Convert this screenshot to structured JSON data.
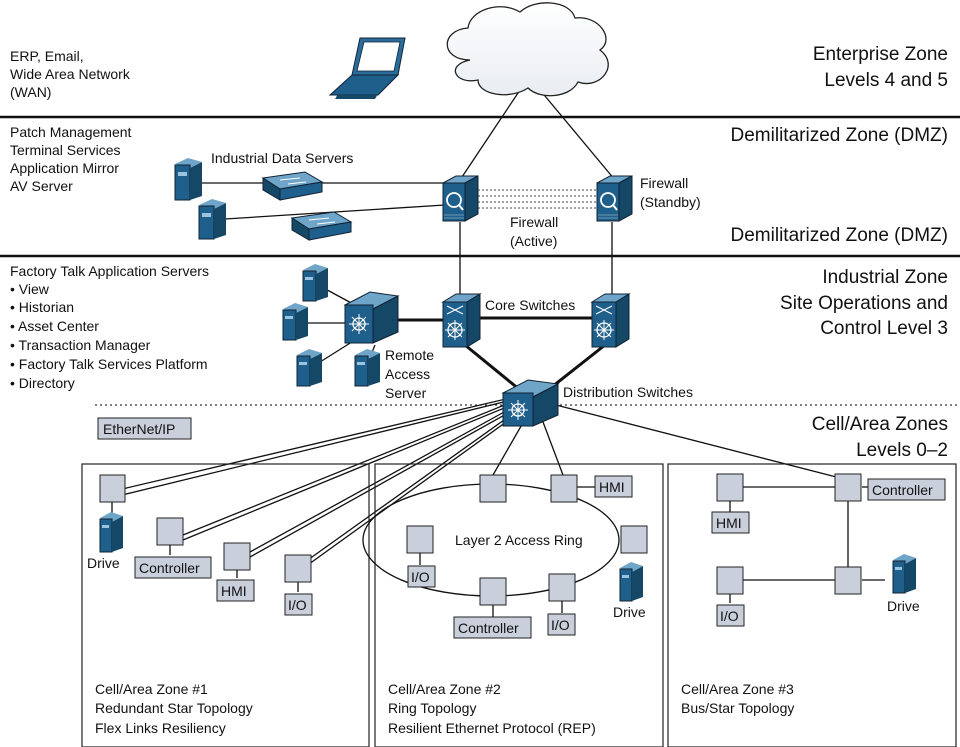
{
  "zones": {
    "enterprise": {
      "line1": "Enterprise Zone",
      "line2": "Levels 4 and 5"
    },
    "dmz_top": "Demilitarized Zone (DMZ)",
    "dmz_bottom": "Demilitarized Zone (DMZ)",
    "industrial": {
      "line1": "Industrial Zone",
      "line2": "Site Operations and",
      "line3": "Control Level 3"
    },
    "cell": {
      "line1": "Cell/Area Zones",
      "line2": "Levels 0–2"
    }
  },
  "left_text": {
    "enterprise": [
      "ERP, Email,",
      "Wide Area Network",
      "(WAN)"
    ],
    "dmz": [
      "Patch Management",
      "Terminal Services",
      "Application Mirror",
      "AV Server"
    ],
    "industrial": [
      "Factory Talk Application Servers",
      "• View",
      "• Historian",
      "• Asset Center",
      "• Transaction Manager",
      "• Factory Talk Services Platform",
      "• Directory"
    ]
  },
  "labels": {
    "industrial_data_servers": "Industrial Data Servers",
    "firewall_standby": [
      "Firewall",
      "(Standby)"
    ],
    "firewall_active": [
      "Firewall",
      "(Active)"
    ],
    "core_switches": "Core Switches",
    "remote_access": [
      "Remote",
      "Access",
      "Server"
    ],
    "distribution_switches": "Distribution Switches",
    "ethernet_ip": "EtherNet/IP"
  },
  "cells": {
    "zone1": {
      "title": [
        "Cell/Area Zone #1",
        "Redundant Star Topology",
        "Flex Links Resiliency"
      ],
      "drive": "Drive",
      "controller": "Controller",
      "hmi": "HMI",
      "io": "I/O"
    },
    "zone2": {
      "title": [
        "Cell/Area Zone #2",
        "Ring Topology",
        "Resilient Ethernet Protocol (REP)"
      ],
      "ring": "Layer 2 Access Ring",
      "hmi": "HMI",
      "io": "I/O",
      "drive": "Drive",
      "controller": "Controller",
      "io2": "I/O"
    },
    "zone3": {
      "title": [
        "Cell/Area Zone #3",
        "Bus/Star Topology"
      ],
      "controller": "Controller",
      "hmi": "HMI",
      "io": "I/O",
      "drive": "Drive"
    }
  },
  "colors": {
    "device_blue": "#1f5f8b",
    "device_dark": "#154766",
    "node_fill": "#c9d0dc",
    "tag_fill": "#c9d0dc"
  }
}
